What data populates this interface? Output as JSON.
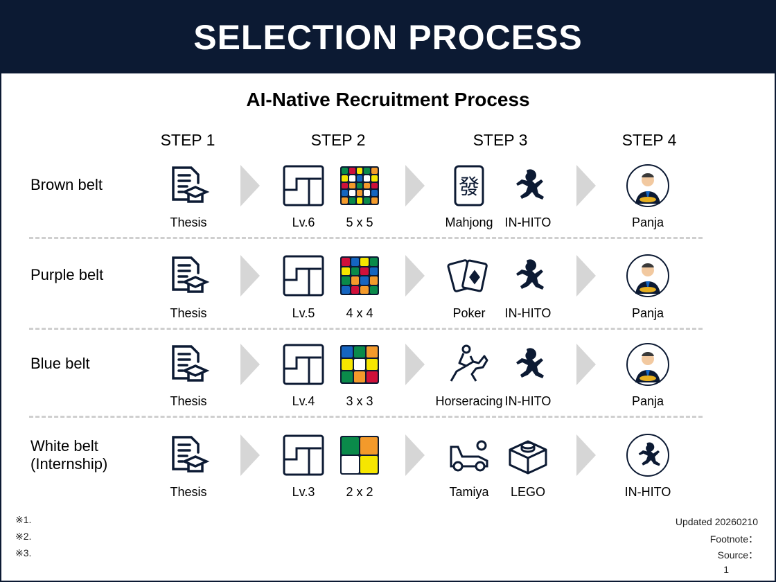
{
  "header": {
    "title": "SELECTION PROCESS"
  },
  "subtitle": "AI-Native Recruitment Process",
  "steps": [
    "STEP 1",
    "STEP 2",
    "STEP 3",
    "STEP 4"
  ],
  "colors": {
    "navy": "#0c1a33",
    "arrow": "#d6d6d6",
    "red": "#d0103a",
    "green": "#0a8a4a",
    "blue": "#1565c0",
    "yellow": "#f6e600",
    "orange": "#f39a2b",
    "white": "#ffffff"
  },
  "rows": [
    {
      "label": "Brown belt",
      "items": [
        {
          "icon": "thesis-icon",
          "caption": "Thesis"
        },
        {
          "icon": "maze-icon",
          "caption": "Lv.6"
        },
        {
          "icon": "cube-icon",
          "caption": "5 x 5",
          "cube": [
            [
              "green",
              "red",
              "yellow",
              "green",
              "orange"
            ],
            [
              "yellow",
              "white",
              "blue",
              "white",
              "yellow"
            ],
            [
              "red",
              "orange",
              "green",
              "orange",
              "red"
            ],
            [
              "blue",
              "white",
              "orange",
              "white",
              "blue"
            ],
            [
              "orange",
              "green",
              "yellow",
              "green",
              "orange"
            ]
          ]
        },
        {
          "icon": "mahjong-tile-icon",
          "caption": "Mahjong"
        },
        {
          "icon": "in-hito-icon",
          "caption": "IN-HITO"
        },
        {
          "icon": "panja-avatar-icon",
          "caption": "Panja"
        }
      ]
    },
    {
      "label": "Purple belt",
      "items": [
        {
          "icon": "thesis-icon",
          "caption": "Thesis"
        },
        {
          "icon": "maze-icon",
          "caption": "Lv.5"
        },
        {
          "icon": "cube-icon",
          "caption": "4 x 4",
          "cube": [
            [
              "red",
              "blue",
              "yellow",
              "green"
            ],
            [
              "yellow",
              "green",
              "red",
              "blue"
            ],
            [
              "green",
              "orange",
              "blue",
              "orange"
            ],
            [
              "blue",
              "red",
              "orange",
              "green"
            ]
          ]
        },
        {
          "icon": "playing-cards-icon",
          "caption": "Poker"
        },
        {
          "icon": "in-hito-icon",
          "caption": "IN-HITO"
        },
        {
          "icon": "panja-avatar-icon",
          "caption": "Panja"
        }
      ]
    },
    {
      "label": "Blue belt",
      "items": [
        {
          "icon": "thesis-icon",
          "caption": "Thesis"
        },
        {
          "icon": "maze-icon",
          "caption": "Lv.4"
        },
        {
          "icon": "cube-icon",
          "caption": "3 x 3",
          "cube": [
            [
              "blue",
              "green",
              "orange"
            ],
            [
              "yellow",
              "white",
              "yellow"
            ],
            [
              "green",
              "orange",
              "red"
            ]
          ]
        },
        {
          "icon": "horse-racing-icon",
          "caption": "Horseracing"
        },
        {
          "icon": "in-hito-icon",
          "caption": "IN-HITO"
        },
        {
          "icon": "panja-avatar-icon",
          "caption": "Panja"
        }
      ]
    },
    {
      "label": "White belt\n(Internship)",
      "items": [
        {
          "icon": "thesis-icon",
          "caption": "Thesis"
        },
        {
          "icon": "maze-icon",
          "caption": "Lv.3"
        },
        {
          "icon": "cube-icon",
          "caption": "2 x 2",
          "cube": [
            [
              "green",
              "orange"
            ],
            [
              "white",
              "yellow"
            ]
          ]
        },
        {
          "icon": "tamiya-car-icon",
          "caption": "Tamiya"
        },
        {
          "icon": "lego-brick-icon",
          "caption": "LEGO"
        },
        {
          "icon": "in-hito-circle-icon",
          "caption": "IN-HITO"
        }
      ]
    }
  ],
  "footer": {
    "notes": [
      "※1.",
      "※2.",
      "※3."
    ],
    "updated": "Updated 20260210",
    "footnote": "Footnote：",
    "source": "Source：",
    "page": "1"
  }
}
